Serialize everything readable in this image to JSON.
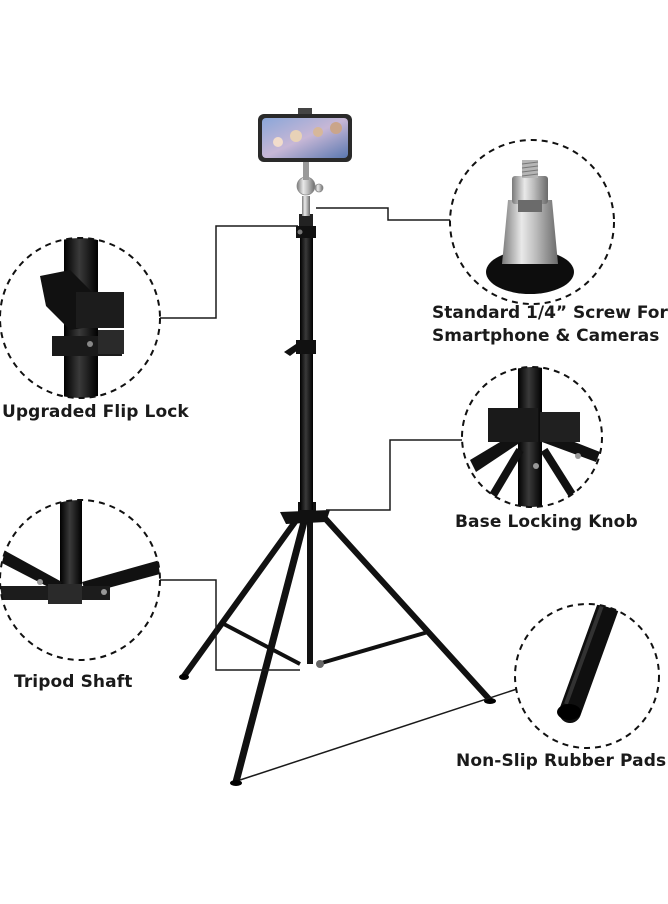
{
  "callouts": {
    "screw": {
      "line1": "Standard 1/4” Screw For",
      "line2": "Smartphone & Cameras"
    },
    "flip_lock": "Upgraded Flip Lock",
    "base_knob": "Base Locking Knob",
    "tripod_shaft": "Tripod Shaft",
    "rubber_pads": "Non-Slip Rubber Pads"
  },
  "colors": {
    "tripod": "#111111",
    "outline": "#222222",
    "phone_screen": "#6f86b5",
    "mount_metal": "#b8b8b8"
  },
  "icons": [
    "tripod-stand",
    "smartphone-holder",
    "ball-head",
    "screw-detail",
    "flip-lock-detail",
    "locking-knob-detail",
    "tripod-shaft-detail",
    "rubber-pad-detail"
  ]
}
